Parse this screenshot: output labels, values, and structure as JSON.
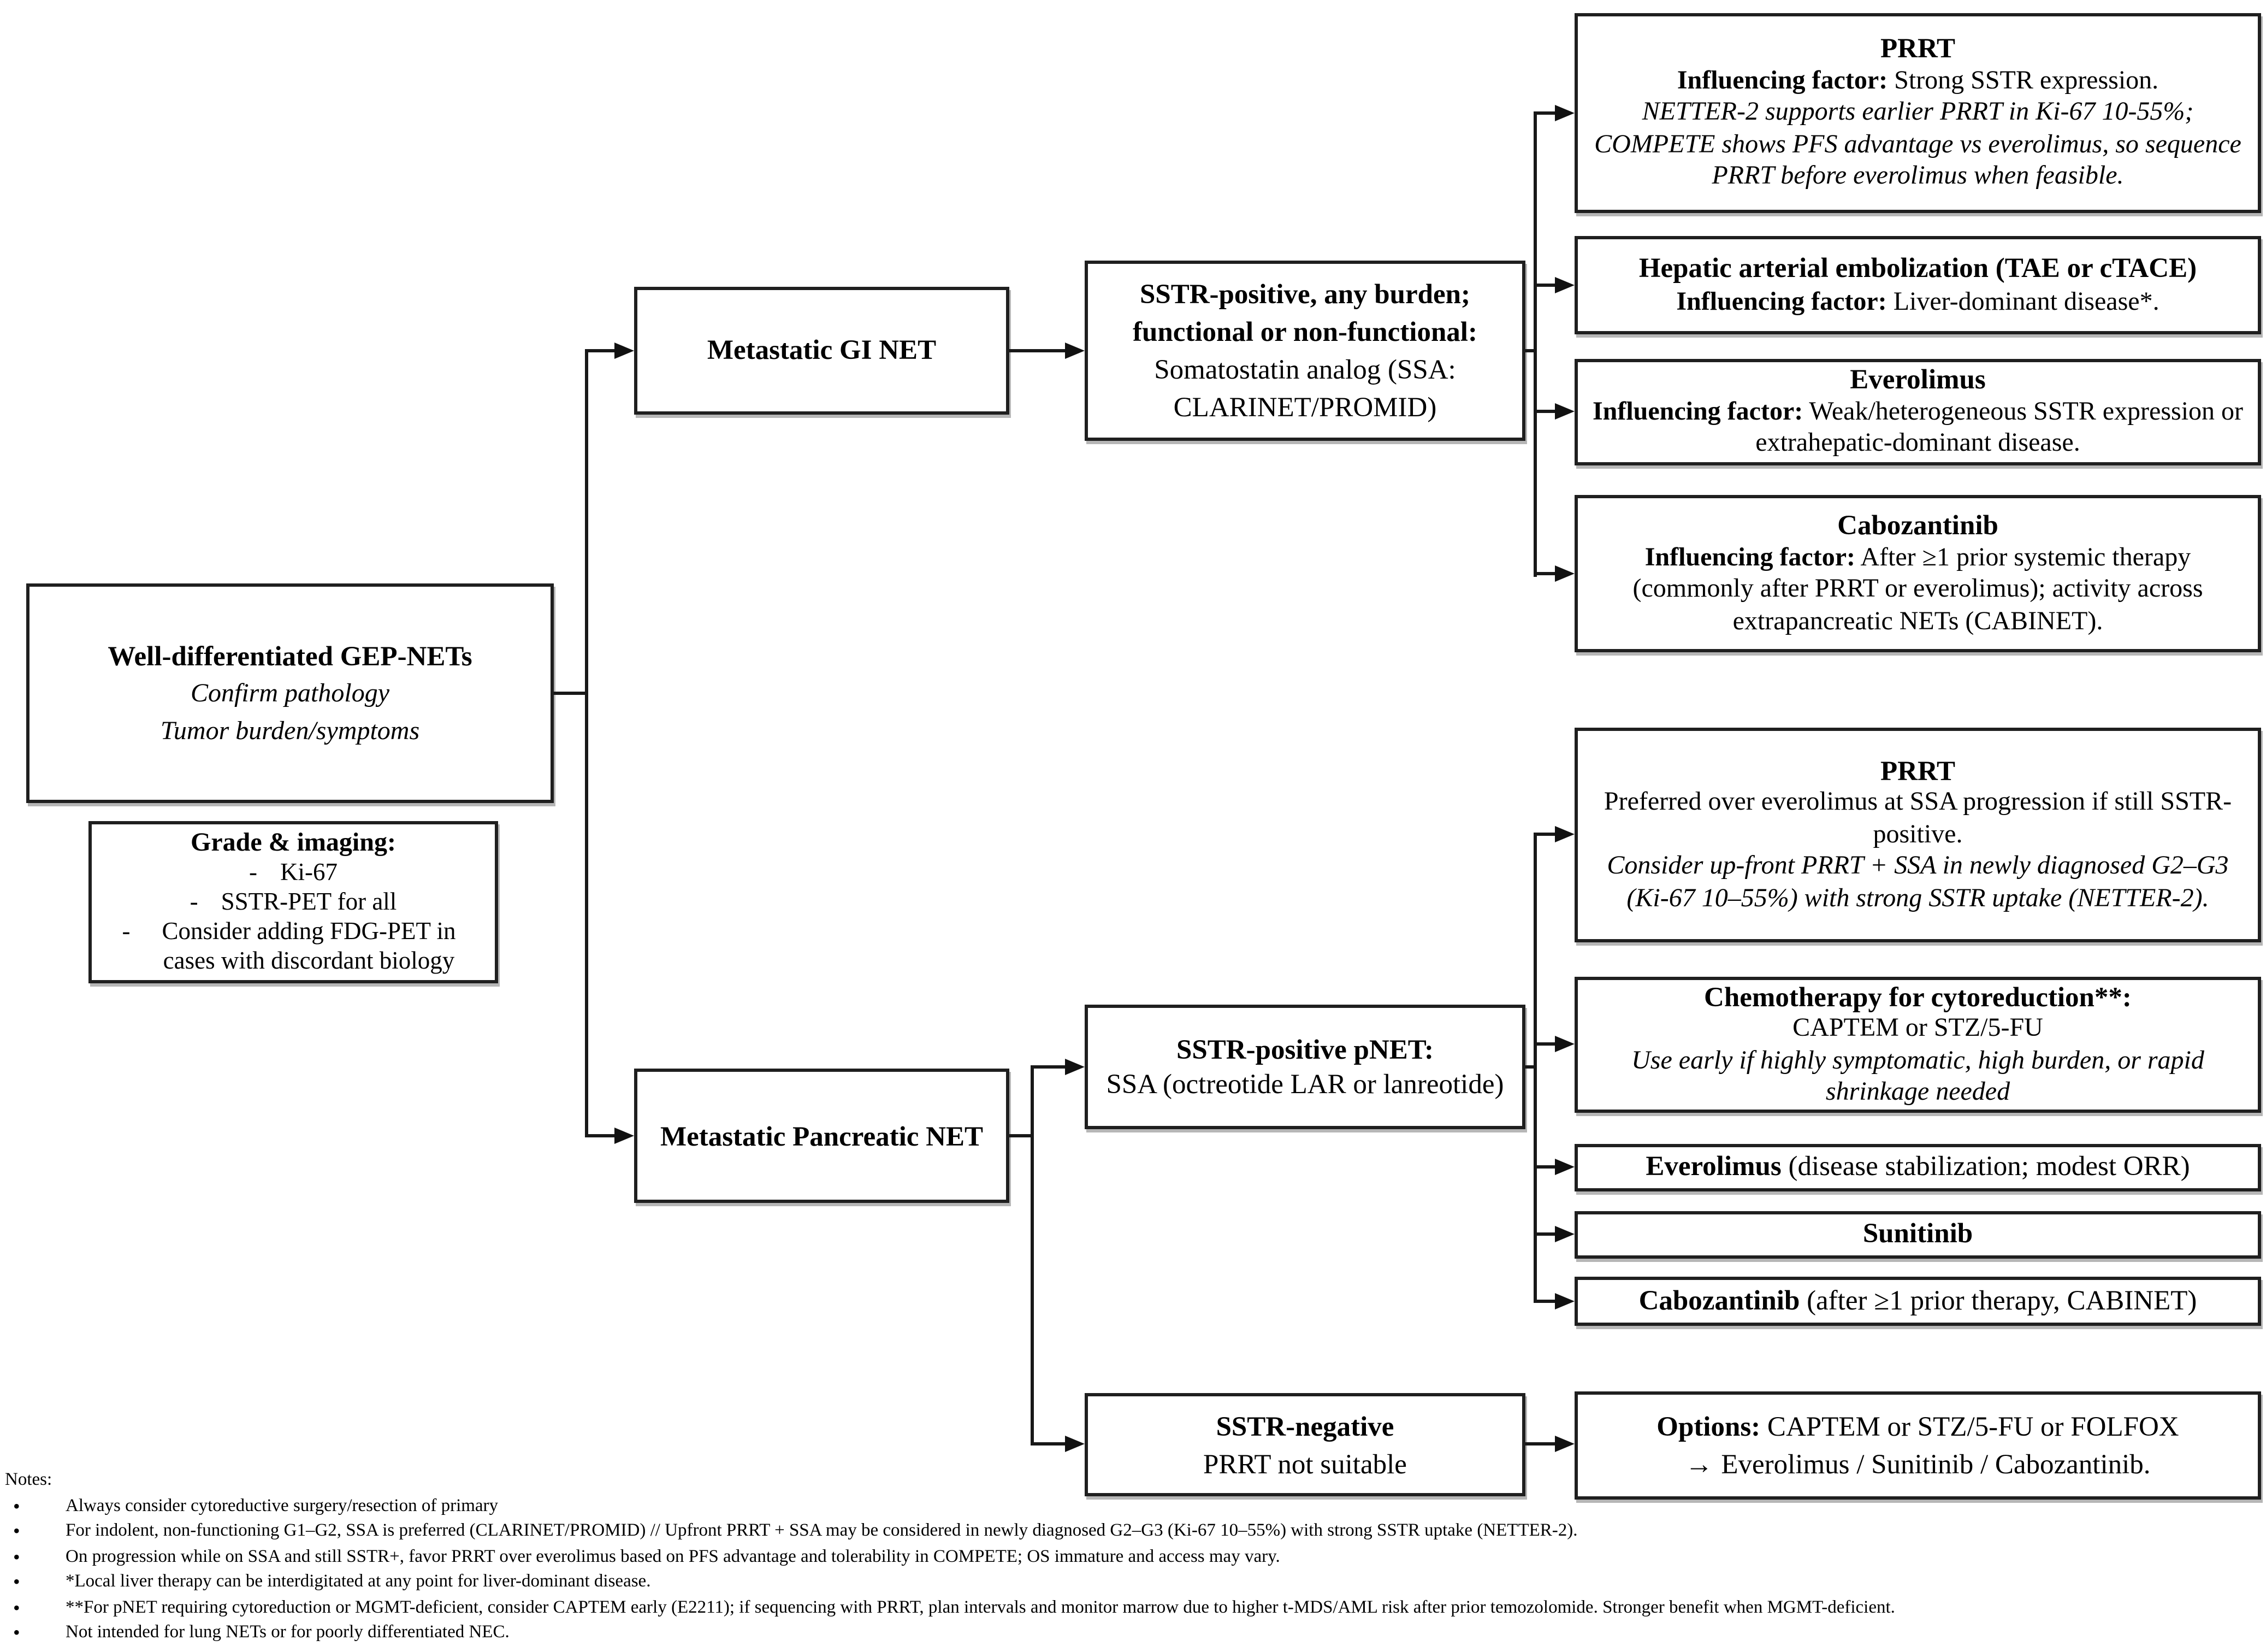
{
  "markers": {
    "dash": "-",
    "bullet": "•",
    "arrow": "→"
  },
  "root_box": {
    "title": "Well-differentiated GEP-NETs",
    "sub1": "Confirm pathology",
    "sub2": "Tumor burden/symptoms"
  },
  "grade_box": {
    "title": "Grade & imaging:",
    "items": [
      "Ki-67",
      "SSTR-PET for all",
      "Consider adding FDG-PET in cases with discordant biology"
    ]
  },
  "gi_branch": {
    "node_label": "Metastatic GI NET",
    "ssa_box": {
      "bold": "SSTR-positive, any burden; functional or non-functional:",
      "normal": "Somatostatin analog (SSA: CLARINET/PROMID)"
    },
    "prrt": {
      "title": "PRRT",
      "factor_label": "Influencing factor:",
      "factor_text": " Strong SSTR expression.",
      "note": "NETTER-2 supports earlier PRRT in Ki-67 10-55%; COMPETE shows PFS advantage vs everolimus, so sequence PRRT before everolimus when feasible."
    },
    "embolization": {
      "title": "Hepatic arterial embolization (TAE or cTACE)",
      "factor_label": "Influencing factor:",
      "factor_text": " Liver-dominant disease*."
    },
    "everolimus": {
      "title": "Everolimus",
      "factor_label": "Influencing factor:",
      "factor_text": " Weak/heterogeneous SSTR expression or extrahepatic-dominant disease."
    },
    "cabozantinib": {
      "title": "Cabozantinib",
      "factor_label": "Influencing factor:",
      "factor_text": " After ≥1 prior systemic therapy (commonly after PRRT or everolimus); activity across extrapancreatic NETs (CABINET)."
    }
  },
  "pnet_branch": {
    "node_label": "Metastatic Pancreatic NET",
    "ssa_box": {
      "bold": "SSTR-positive pNET:",
      "normal": "SSA (octreotide LAR or lanreotide)"
    },
    "prrt": {
      "title": "PRRT",
      "normal": "Preferred over everolimus at SSA progression if still SSTR-positive.",
      "note": "Consider up-front PRRT + SSA in newly diagnosed G2–G3 (Ki-67 10–55%) with strong SSTR uptake (NETTER-2)."
    },
    "chemo": {
      "bold": "Chemotherapy for cytoreduction**:",
      "normal": "CAPTEM or STZ/5-FU",
      "note": "Use early if highly symptomatic, high burden, or rapid shrinkage needed"
    },
    "everolimus": {
      "bold": "Everolimus",
      "normal": " (disease stabilization; modest ORR)"
    },
    "sunitinib": {
      "bold": "Sunitinib"
    },
    "cabozantinib": {
      "bold": "Cabozantinib",
      "normal": " (after ≥1 prior therapy, CABINET)"
    },
    "sstr_negative": {
      "bold": "SSTR-negative",
      "normal": "PRRT not suitable"
    },
    "options_box": {
      "bold": "Options:",
      "normal": " CAPTEM or STZ/5-FU or FOLFOX",
      "line2": "Everolimus / Sunitinib / Cabozantinib."
    }
  },
  "notes": {
    "heading": "Notes:",
    "items": [
      "Always consider cytoreductive surgery/resection of primary",
      "For indolent, non-functioning G1–G2, SSA is preferred (CLARINET/PROMID) // Upfront PRRT + SSA may be considered in newly diagnosed G2–G3 (Ki-67 10–55%) with strong SSTR uptake (NETTER-2).",
      "On progression while on SSA and still SSTR+, favor PRRT over everolimus based on PFS advantage and tolerability in COMPETE; OS immature and access may vary.",
      "*Local liver therapy can be interdigitated at any point for liver-dominant disease.",
      "**For pNET requiring cytoreduction or MGMT-deficient, consider CAPTEM early (E2211); if sequencing with PRRT, plan intervals and monitor marrow due to higher t-MDS/AML risk after prior temozolomide. Stronger benefit when MGMT-deficient.",
      "Not intended for lung NETs or for poorly differentiated NEC."
    ]
  }
}
